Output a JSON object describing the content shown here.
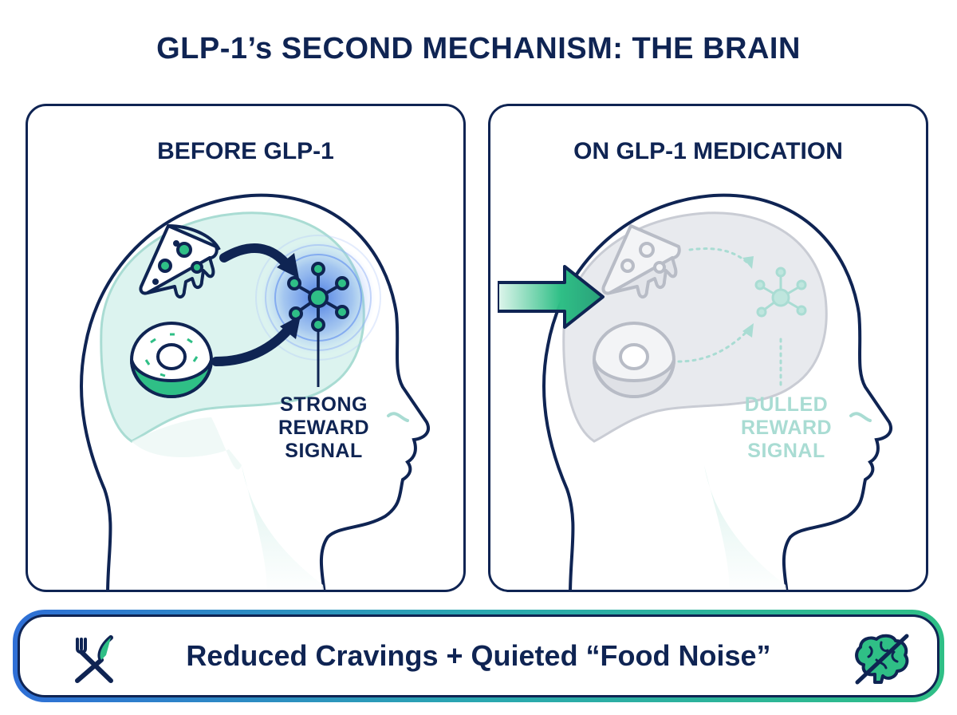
{
  "title": "GLP-1’s SECOND MECHANISM: THE BRAIN",
  "panels": {
    "before": {
      "title": "BEFORE GLP-1",
      "signal_label": [
        "STRONG",
        "REWARD",
        "SIGNAL"
      ]
    },
    "after": {
      "title": "ON GLP-1 MEDICATION",
      "signal_label": [
        "DULLED",
        "REWARD",
        "SIGNAL"
      ]
    }
  },
  "banner": {
    "text": "Reduced Cravings + Quieted “Food Noise”",
    "left_icon": "fork-knife-crossed-icon",
    "right_icon": "brain-crossed-icon"
  },
  "colors": {
    "navy": "#0f2453",
    "teal": "#2fbf86",
    "blue": "#2f6fd6",
    "mint": "#a9dcd3",
    "gray": "#c9ccd4"
  }
}
